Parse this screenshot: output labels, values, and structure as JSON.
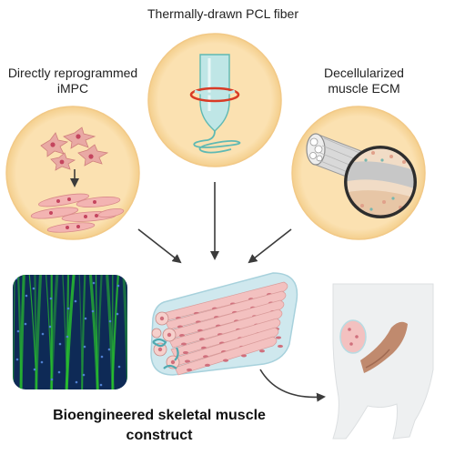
{
  "labels": {
    "pcl_fiber": "Thermally-drawn  PCL fiber",
    "impc_line1": "Directly reprogrammed",
    "impc_line2": "iMPC",
    "ecm_line1": "Decellularized",
    "ecm_line2": "muscle  ECM"
  },
  "construct": {
    "line1": "Bioengineered skeletal muscle",
    "line2": "construct"
  },
  "colors": {
    "circle_fill": "#fbe1b1",
    "cell_pink": "#e9a9a4",
    "fiber_teal": "#5fb9b3",
    "ring_red": "#d93a25",
    "fluorescence_green": "#29c22d",
    "nuclei_blue": "#1c3d7a",
    "arrow_gray": "#3b3b3b"
  },
  "icons": [
    "cell-icon",
    "fiber-icon",
    "ecm-icon",
    "muscle-bundle-icon",
    "fluorescence-image",
    "animal-leg-icon"
  ]
}
